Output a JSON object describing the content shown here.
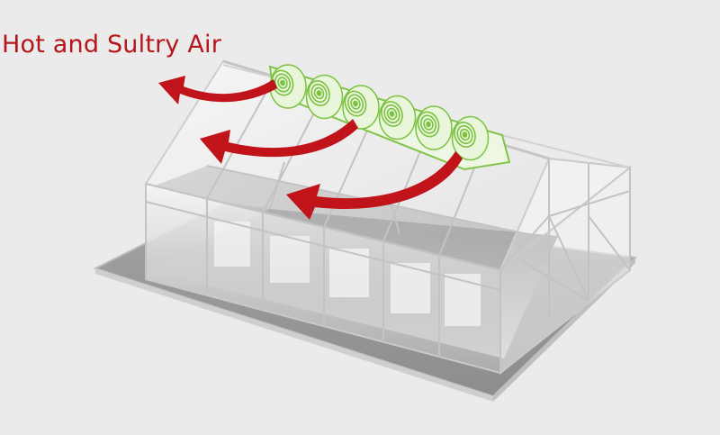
{
  "diagram": {
    "title": "Hot and Sultry Air",
    "subject": "greenhouse-roof-exhaust-fans",
    "fan_count": 6,
    "airflow_arrow_count": 3,
    "colors": {
      "title": "#b4161b",
      "arrow": "#c0141a",
      "fan": "#7cc241",
      "fan_housing": "#e9f6dc",
      "frame": "#c7c7c7",
      "floor": "#9e9e9e",
      "background": "#ebebeb"
    }
  }
}
